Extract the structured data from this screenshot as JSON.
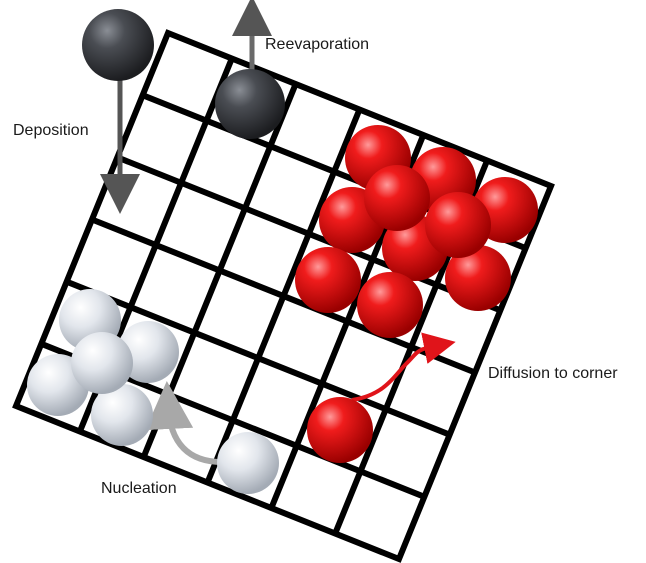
{
  "labels": {
    "reevaporation": "Reevaporation",
    "deposition": "Deposition",
    "diffusion": "Diffusion to corner",
    "nucleation": "Nucleation"
  },
  "colors": {
    "grid_line": "#000000",
    "dark_atom": "#3a3d42",
    "red_atom": "#e8141a",
    "white_atom": "#e4e8ee",
    "arrow_dark": "#555555",
    "arrow_red": "#e0141a",
    "arrow_gray": "#a8a8a8"
  },
  "icons": {
    "atom": "sphere",
    "arrow": "arrow"
  }
}
